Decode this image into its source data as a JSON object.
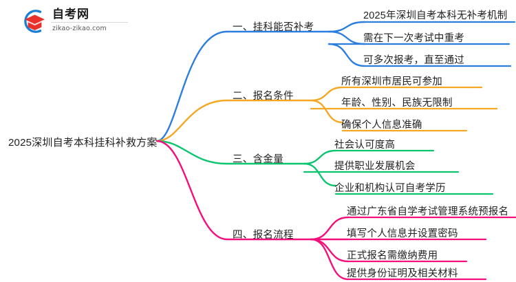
{
  "logo": {
    "mark_name": "zikao-logo-mark",
    "title": "自考网",
    "domain": "zikao-zikao.com",
    "arc_color": "#1a7fd4",
    "cap_color": "#e8312a"
  },
  "mindmap": {
    "root": {
      "label": "2025深圳自考本科挂科补救方案"
    },
    "branches": [
      {
        "label": "一、挂科能否补考",
        "color": "#2b7de0",
        "children": [
          {
            "label": "2025年深圳自考本科无补考机制"
          },
          {
            "label": "需在下一次考试中重考"
          },
          {
            "label": "可多次报考，直至通过"
          }
        ]
      },
      {
        "label": "二、报名条件",
        "color": "#f5a623",
        "children": [
          {
            "label": "所有深圳市居民可参加"
          },
          {
            "label": "年龄、性别、民族无限制"
          },
          {
            "label": "确保个人信息准确"
          }
        ]
      },
      {
        "label": "三、含金量",
        "color": "#0bc46e",
        "children": [
          {
            "label": "社会认可度高"
          },
          {
            "label": "提供职业发展机会"
          },
          {
            "label": "企业和机构认可自考学历"
          }
        ]
      },
      {
        "label": "四、报名流程",
        "color": "#f50f7b",
        "children": [
          {
            "label": "通过广东省自学考试管理系统预报名"
          },
          {
            "label": "填写个人信息并设置密码"
          },
          {
            "label": "正式报名需缴纳费用"
          },
          {
            "label": "提供身份证明及相关材料"
          }
        ]
      }
    ]
  }
}
